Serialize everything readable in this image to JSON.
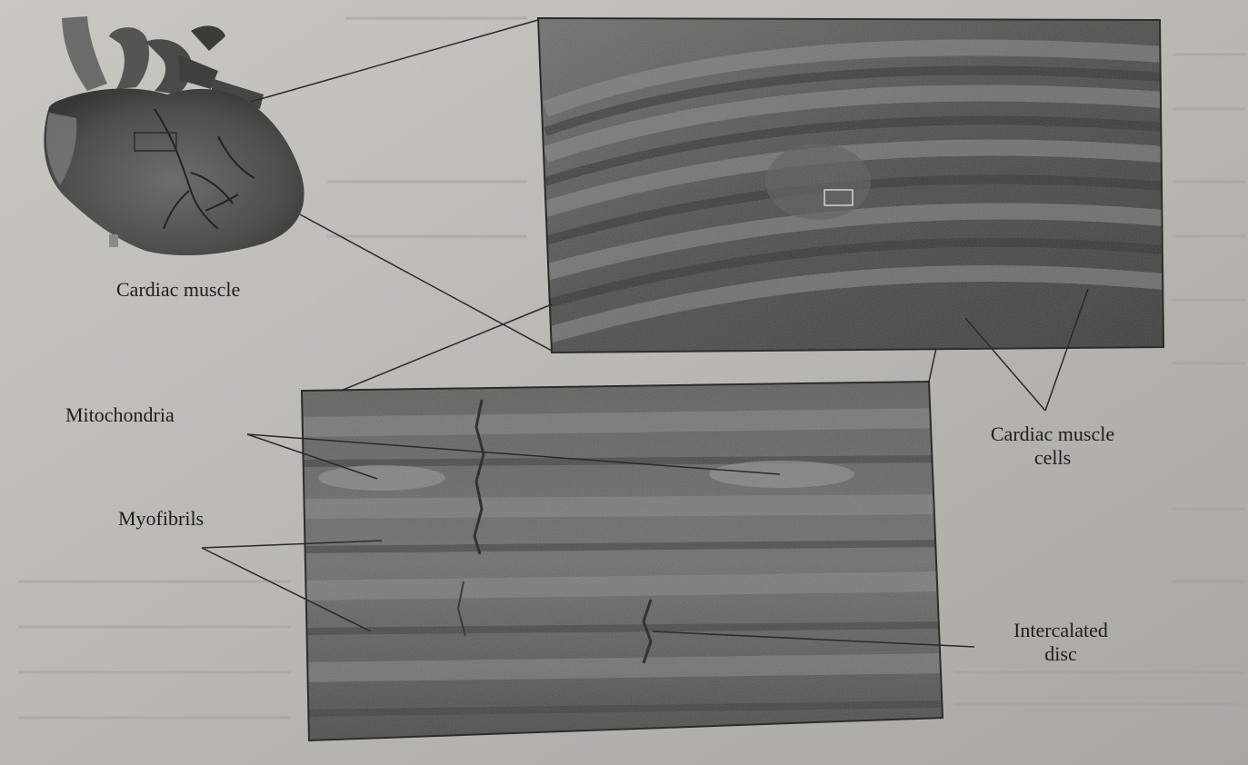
{
  "figure": {
    "heart_label": "Cardiac muscle",
    "labels": {
      "mitochondria": "Mitochondria",
      "myofibrils": "Myofibrils",
      "cells_line1": "Cardiac muscle",
      "cells_line2": "cells",
      "disc_line1": "Intercalated",
      "disc_line2": "disc"
    }
  },
  "colors": {
    "page": "#b9b7b2",
    "panel_dark": "#4a4a4a",
    "panel_mid": "#7a7a78",
    "heart": "#5a5a5a",
    "ink": "#1d1d1d"
  }
}
